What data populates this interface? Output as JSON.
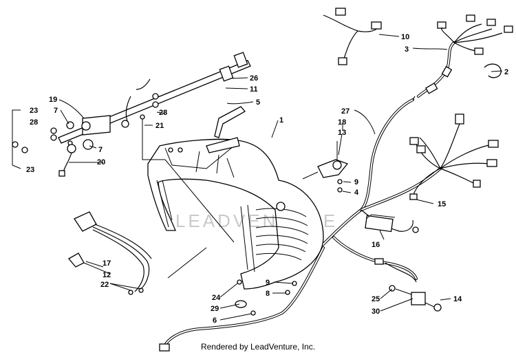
{
  "watermark": "LEADVENTURE",
  "footer": "Rendered by LeadVenture, Inc.",
  "callouts": [
    "1",
    "2",
    "3",
    "4",
    "5",
    "6",
    "7",
    "7",
    "8",
    "9",
    "9",
    "10",
    "11",
    "12",
    "13",
    "14",
    "15",
    "16",
    "17",
    "18",
    "19",
    "20",
    "21",
    "22",
    "23",
    "23",
    "24",
    "25",
    "26",
    "27",
    "28",
    "28",
    "29",
    "30"
  ]
}
